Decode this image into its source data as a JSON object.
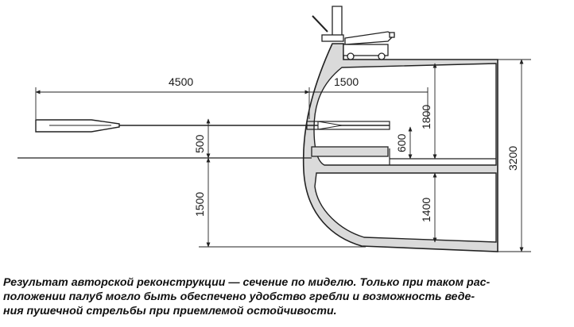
{
  "diagram": {
    "dimensions": {
      "oar_length": "4500",
      "inboard_length": "1500",
      "waterline_to_oarport": "500",
      "waterline_to_keel": "1500",
      "oar_deck_height": "1800",
      "rower_deck_to_oarport": "600",
      "lower_hold_height": "1400",
      "total_height": "3200"
    },
    "colors": {
      "hull_fill": "#dadada",
      "line": "#222222",
      "background": "#ffffff"
    }
  },
  "caption": {
    "line1": "Результат авторской реконструкции — сечение по миделю. Только при таком рас-",
    "line2": "положении палуб могло быть обеспечено удобство гребли и возможность веде-",
    "line3": "ния пушечной стрельбы при приемлемой остойчивости."
  }
}
